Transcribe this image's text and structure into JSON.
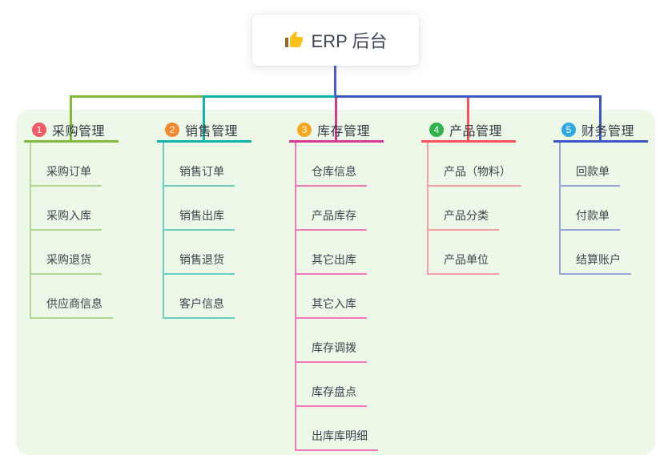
{
  "root": {
    "label": "ERP 后台",
    "icon": "thumbs-up-icon"
  },
  "colors": {
    "panel_bg": "#edf8e8",
    "root_stem": "#4f5bc8",
    "header_text": "#333a45",
    "item_text": "#3d434d"
  },
  "branches": [
    {
      "badge": "1",
      "label": "采购管理",
      "badge_color": "#f15b66",
      "line_color": "#80b93c",
      "sub_line_color": "#b3d896",
      "children": [
        "采购订单",
        "采购入库",
        "采购退货",
        "供应商信息"
      ]
    },
    {
      "badge": "2",
      "label": "销售管理",
      "badge_color": "#f5882e",
      "line_color": "#0fb3a7",
      "sub_line_color": "#66cec3",
      "children": [
        "销售订单",
        "销售出库",
        "销售退货",
        "客户信息"
      ]
    },
    {
      "badge": "3",
      "label": "库存管理",
      "badge_color": "#f7a71f",
      "line_color": "#d63b94",
      "sub_line_color": "#ef7ab8",
      "children": [
        "仓库信息",
        "产品库存",
        "其它出库",
        "其它入库",
        "库存调拨",
        "库存盘点",
        "出库库明细"
      ]
    },
    {
      "badge": "4",
      "label": "产品管理",
      "badge_color": "#2fb34c",
      "line_color": "#f9525c",
      "sub_line_color": "#f99fa3",
      "children": [
        "产品（物料）",
        "产品分类",
        "产品单位"
      ]
    },
    {
      "badge": "5",
      "label": "财务管理",
      "badge_color": "#31a9e0",
      "line_color": "#3c56c6",
      "sub_line_color": "#94a7d8",
      "children": [
        "回款单",
        "付款单",
        "结算账户"
      ]
    }
  ]
}
